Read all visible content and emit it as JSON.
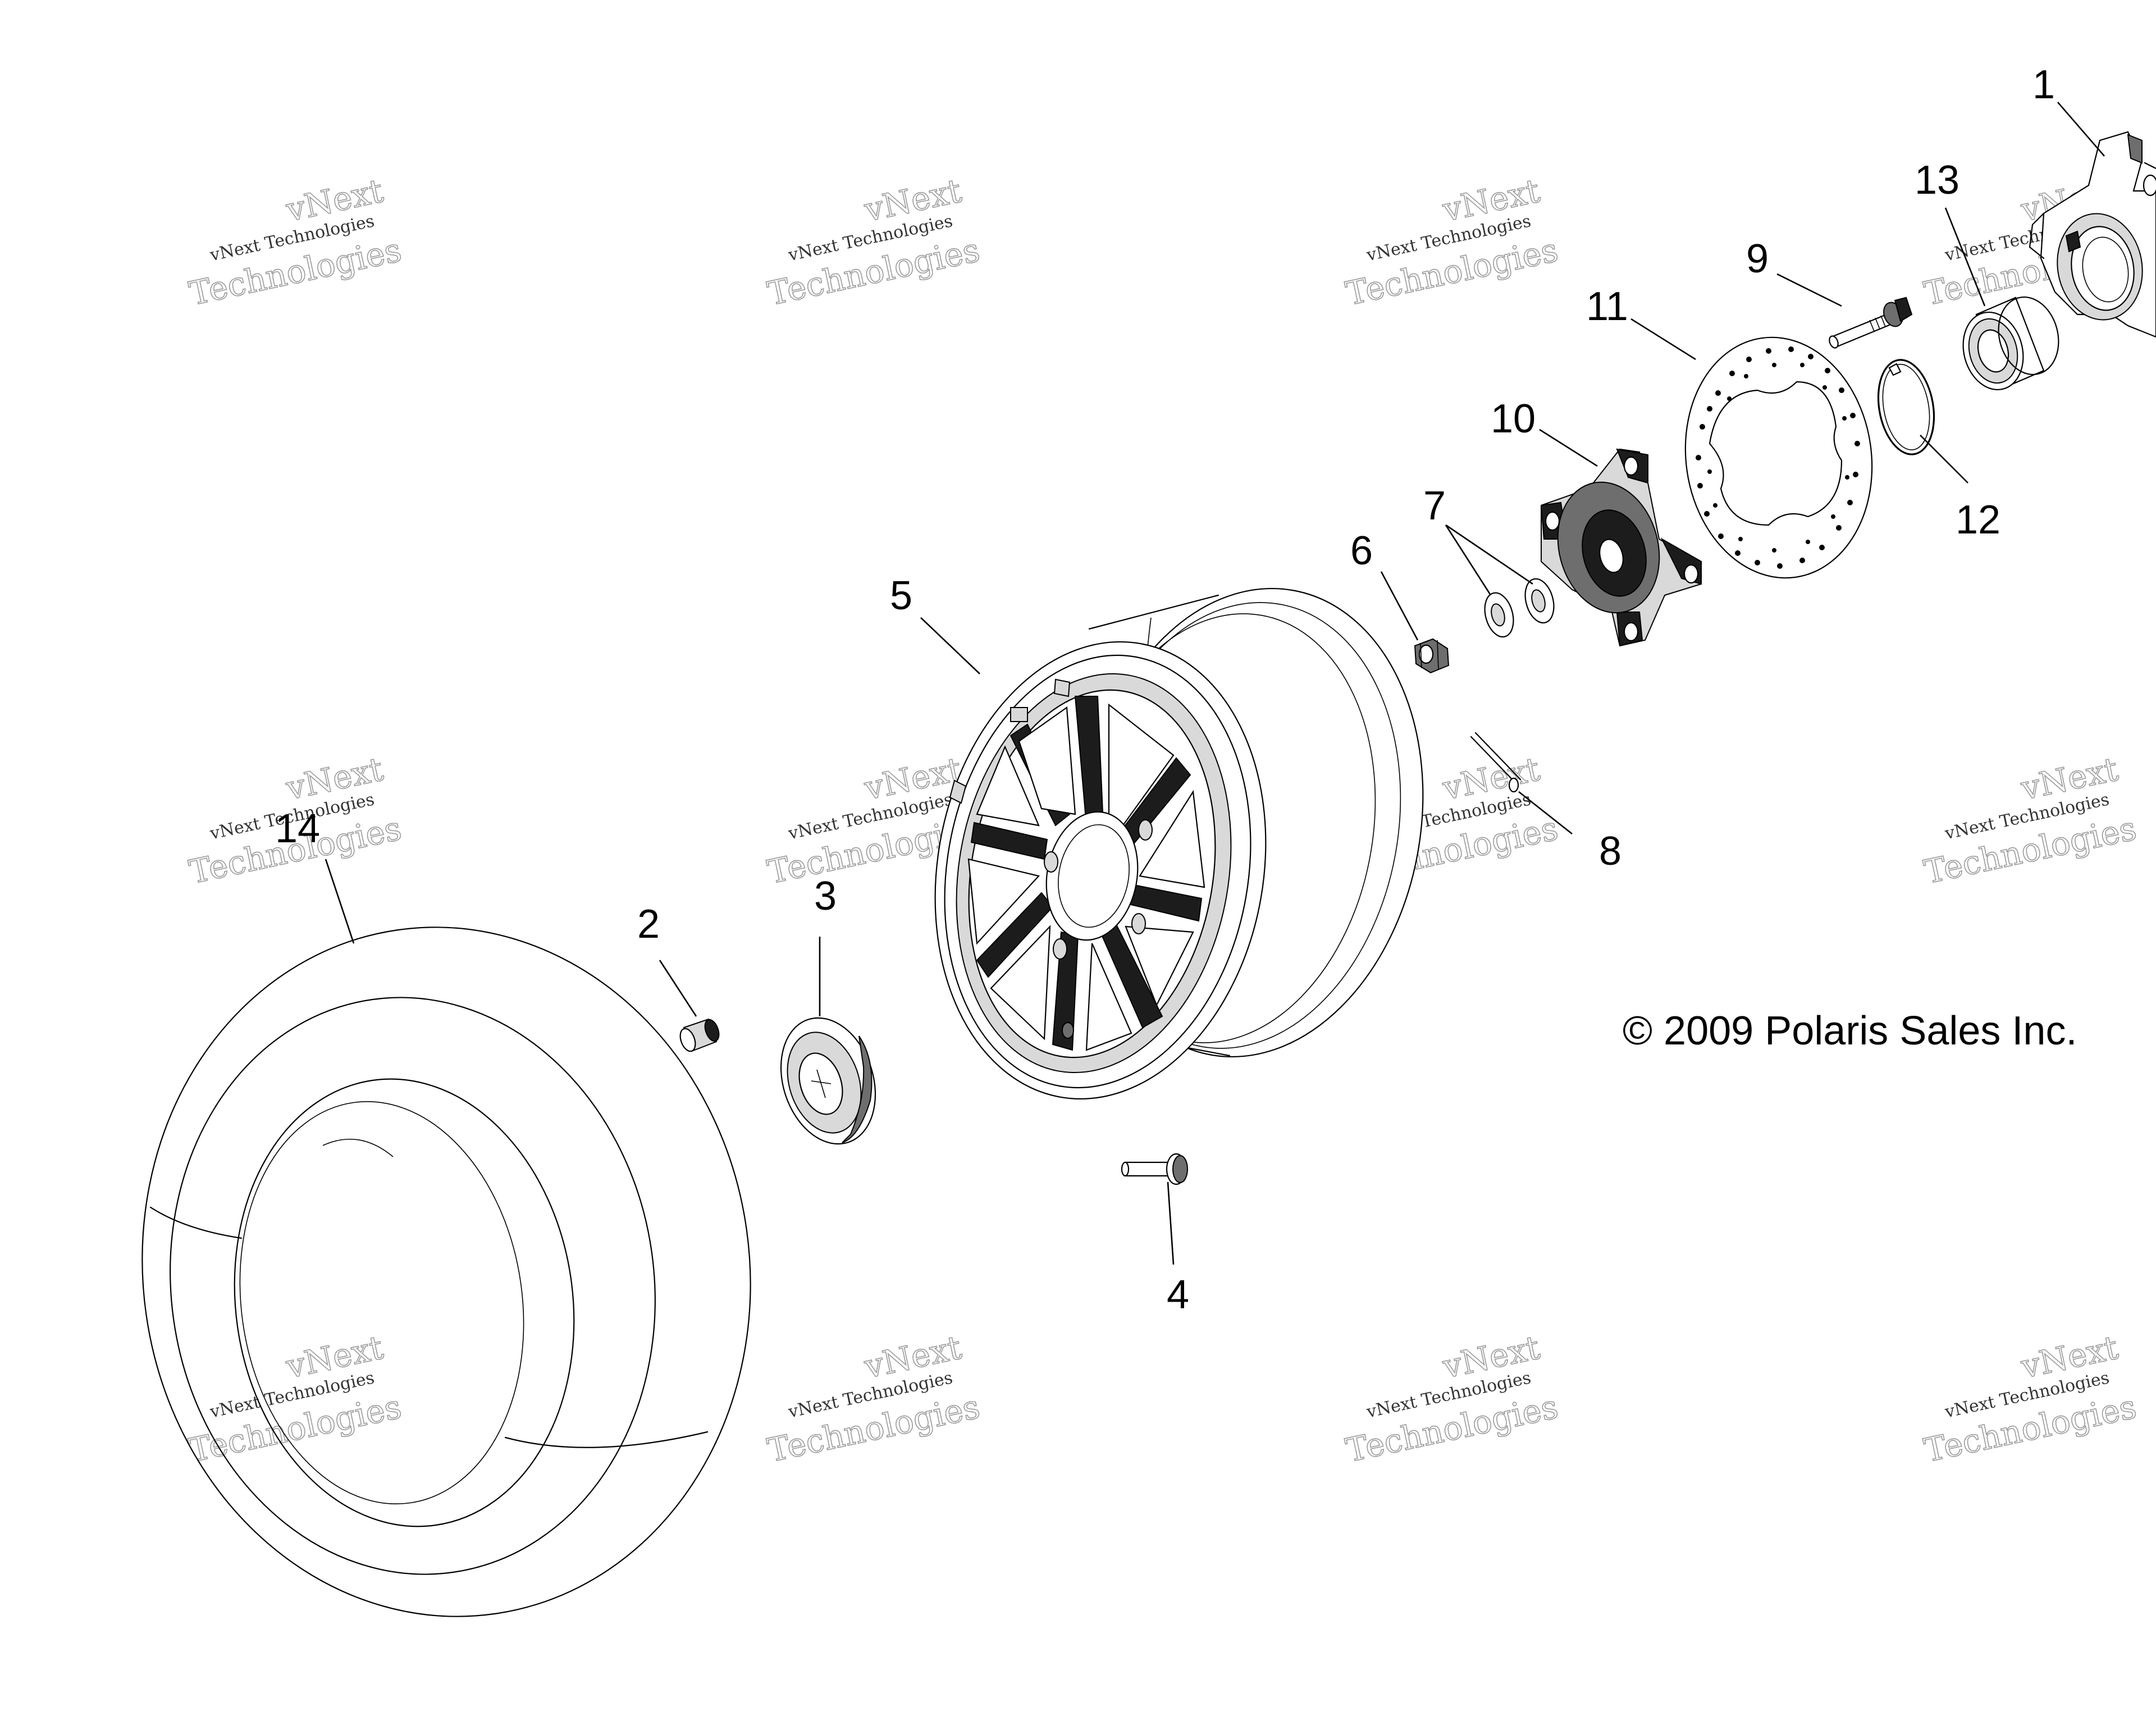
{
  "diagram": {
    "copyright": "© 2009 Polaris Sales Inc.",
    "callouts": [
      "1",
      "2",
      "3",
      "4",
      "5",
      "6",
      "7",
      "8",
      "9",
      "10",
      "11",
      "12",
      "13",
      "14"
    ],
    "watermark": {
      "line1": "vNext Technologies",
      "line2": "vNext",
      "line3": "Technologies"
    }
  }
}
